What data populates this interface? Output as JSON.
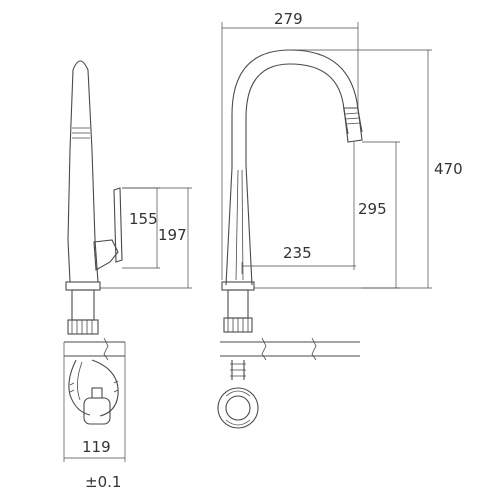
{
  "dimensions": {
    "width_total": "279",
    "height_total": "470",
    "spout_height": "295",
    "spout_reach": "235",
    "lever_height_inner": "155",
    "lever_height_outer": "197",
    "base_width": "119",
    "tolerance": "±0.1"
  },
  "colors": {
    "line": "#4a4a4a",
    "text": "#333333",
    "background": "#ffffff"
  }
}
